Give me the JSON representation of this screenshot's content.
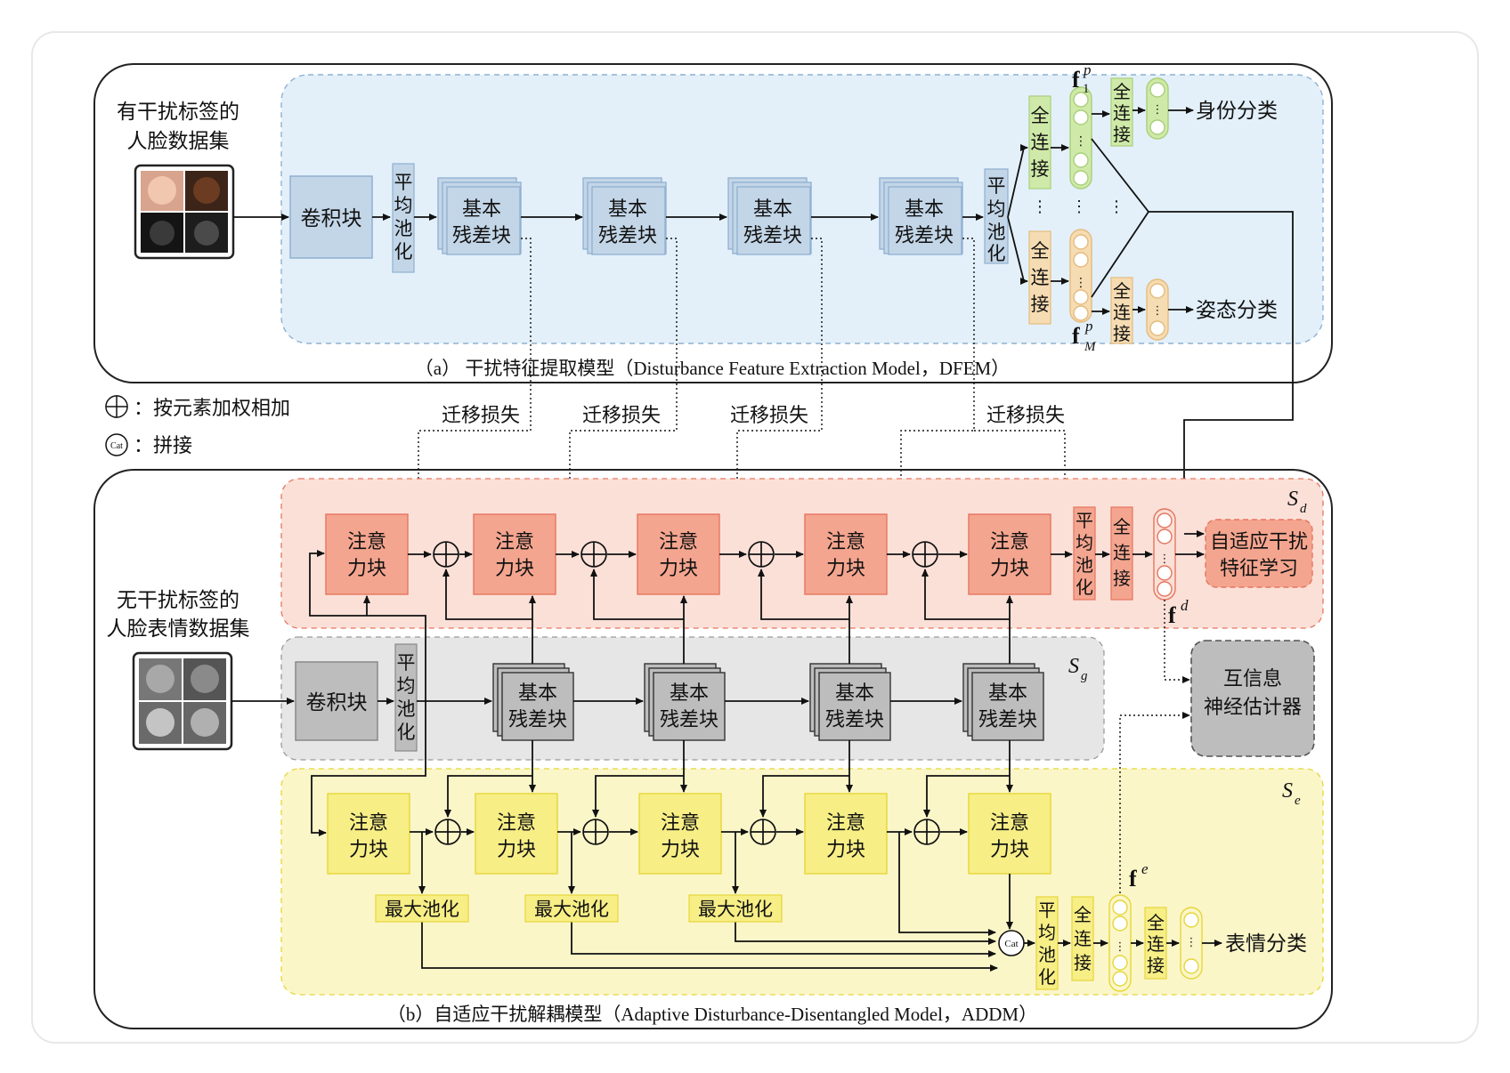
{
  "panel_a": {
    "caption": "（a） 干扰特征提取模型（Disturbance Feature Extraction Model，DFEM）",
    "input_label": [
      "有干扰标签的",
      "人脸数据集"
    ],
    "conv_block": "卷积块",
    "avg_pool": [
      "平",
      "均",
      "池",
      "化"
    ],
    "res_block": [
      "基本",
      "残差块"
    ],
    "fc_chars": [
      "全",
      "连",
      "接"
    ],
    "feature_top": "f",
    "feature_top_sup": "p",
    "feature_top_sub": "1",
    "feature_bottom": "f",
    "feature_bottom_sup": "p",
    "feature_bottom_sub": "M",
    "out_top": "身份分类",
    "out_bottom": "姿态分类"
  },
  "legend": {
    "plus": "：按元素加权相加",
    "cat_symbol": "Cat",
    "cat": "：拼接"
  },
  "transfer_loss": "迁移损失",
  "panel_b": {
    "caption": "（b）自适应干扰解耦模型（Adaptive Disturbance-Disentangled Model，ADDM）",
    "input_label": [
      "无干扰标签的",
      "人脸表情数据集"
    ],
    "conv_block": "卷积块",
    "avg_pool": [
      "平",
      "均",
      "池",
      "化"
    ],
    "res_block": [
      "基本",
      "残差块"
    ],
    "attn_block": [
      "注意",
      "力块"
    ],
    "fc_chars": [
      "全",
      "连",
      "接"
    ],
    "max_pool": "最大池化",
    "sd_label": "S",
    "sd_sub": "d",
    "sg_label": "S",
    "sg_sub": "g",
    "se_label": "S",
    "se_sub": "e",
    "fd": "f",
    "fd_sup": "d",
    "fe": "f",
    "fe_sup": "e",
    "adaptive": [
      "自适应干扰",
      "特征学习"
    ],
    "mi": [
      "互信息",
      "神经估计器"
    ],
    "out_expr": "表情分类"
  },
  "colors": {
    "blue_bg": "#e3f0fa",
    "blue_box": "#c3d6e8",
    "blue_stroke": "#8fb0cf",
    "red_bg": "#fbe0d8",
    "red_box": "#f4a58f",
    "red_stroke": "#e5765f",
    "gray_bg": "#e6e6e6",
    "gray_box": "#bdbdbd",
    "yellow_bg": "#fbf6c8",
    "yellow_box": "#f7ee86",
    "yellow_stroke": "#e5d63a",
    "green": "#cfeaa8",
    "orange": "#f6dcb2"
  }
}
